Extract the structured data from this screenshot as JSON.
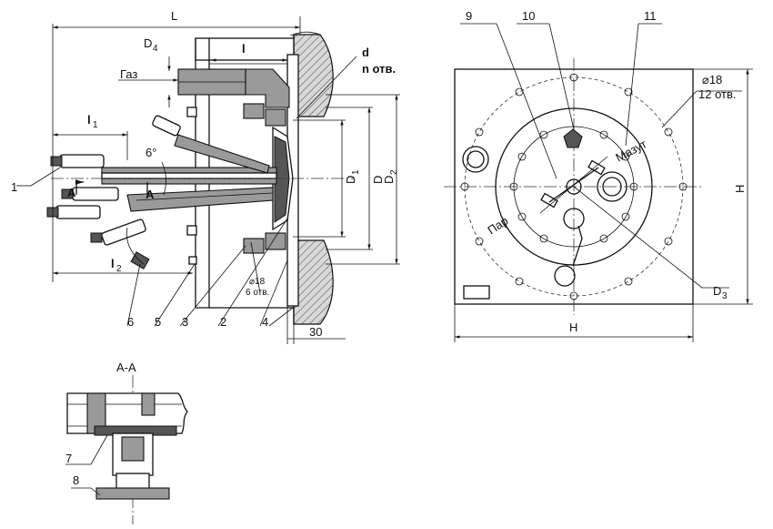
{
  "drawing": {
    "side_view": {
      "dimensions": {
        "overall_length": "L",
        "flange_length": "l",
        "lance_length_1": "l",
        "lance_length_1_sub": "1",
        "lance_length_2": "l",
        "lance_length_2_sub": "2",
        "gas_pipe_dia": "D",
        "gas_pipe_dia_sub": "4",
        "diameter_1": "D",
        "diameter_1_sub": "1",
        "diameter": "D",
        "diameter_2": "D",
        "diameter_2_sub": "2",
        "wall_offset": "30",
        "cone_angle": "6°",
        "hole_dia": "⌀18",
        "hole_count": "6 отв.",
        "bolt_dia": "d",
        "bolt_count": "n отв."
      },
      "texts": {
        "gas": "Газ",
        "section_mark": "A"
      },
      "callouts": [
        "1",
        "2",
        "3",
        "4",
        "5",
        "6"
      ]
    },
    "front_view": {
      "dimensions": {
        "width": "H",
        "height": "H",
        "bolt_circle": "D",
        "bolt_circle_sub": "3",
        "hole_dia": "⌀18",
        "hole_count": "12 отв."
      },
      "texts": {
        "fuel_oil": "Мазут",
        "steam": "Пар"
      },
      "callouts": [
        "9",
        "10",
        "11"
      ]
    },
    "section_view": {
      "title": "А-А",
      "callouts": [
        "7",
        "8"
      ]
    }
  }
}
